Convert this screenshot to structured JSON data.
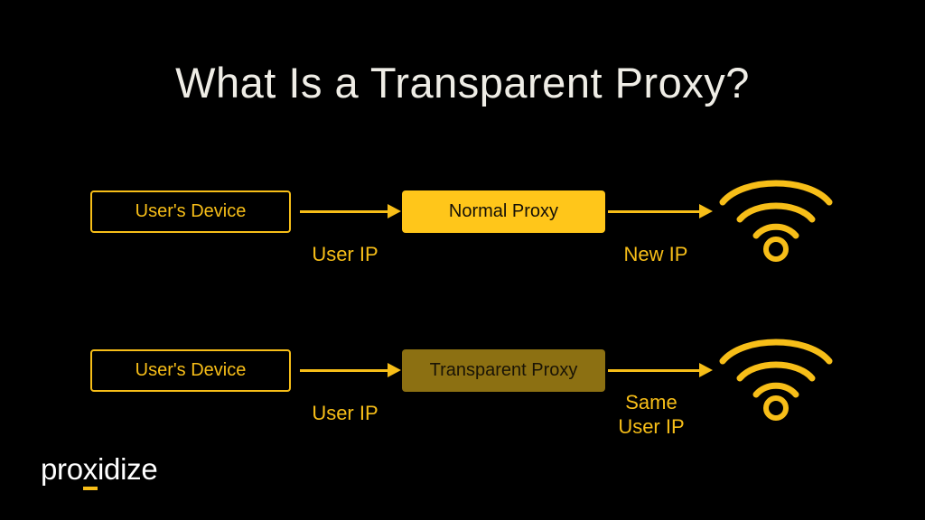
{
  "slide": {
    "title": "What Is a Transparent Proxy?",
    "background_color": "#000000",
    "accent_color": "#F7BE18",
    "solid_box_color": "#FFC61A",
    "dimmed_box_color": "#8C7012",
    "title_color": "#EFEDE6"
  },
  "rows": [
    {
      "id": "normal-proxy-flow",
      "device_label": "User's Device",
      "left_arrow_caption": "User IP",
      "proxy_label": "Normal Proxy",
      "proxy_style": "solid",
      "right_arrow_caption": "New IP",
      "endpoint_icon": "wifi-icon"
    },
    {
      "id": "transparent-proxy-flow",
      "device_label": "User's Device",
      "left_arrow_caption": "User IP",
      "proxy_label": "Transparent Proxy",
      "proxy_style": "dimmed",
      "right_arrow_caption": "Same\nUser IP",
      "endpoint_icon": "wifi-icon"
    }
  ],
  "logo": {
    "prefix": "pro",
    "highlight": "x",
    "suffix": "idize"
  }
}
